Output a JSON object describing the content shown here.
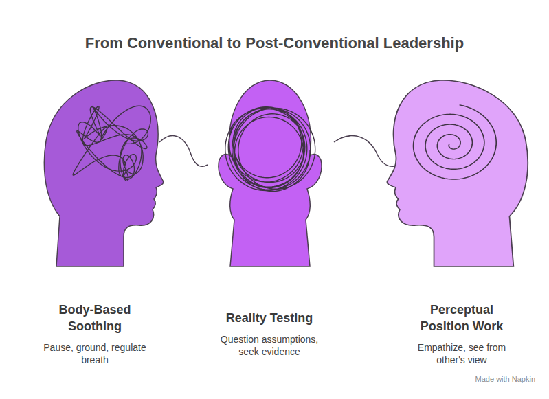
{
  "diagram": {
    "title": "From Conventional to Post-Conventional Leadership",
    "nodes": [
      {
        "text": [
          "Body-Based Soothing",
          "Pause, ground, regulate breath"
        ]
      },
      {
        "text": [
          "Reality Testing",
          "Question assumptions, seek evidence"
        ]
      },
      {
        "text": [
          "Perceptual Position Work",
          "Empathize, see from other's view"
        ]
      }
    ],
    "edges": [
      {
        "from": 0,
        "to": 1,
        "arrow": "none"
      },
      {
        "from": 1,
        "to": 2,
        "arrow": "none"
      }
    ],
    "labels": [
      "Made with Napkin"
    ]
  }
}
